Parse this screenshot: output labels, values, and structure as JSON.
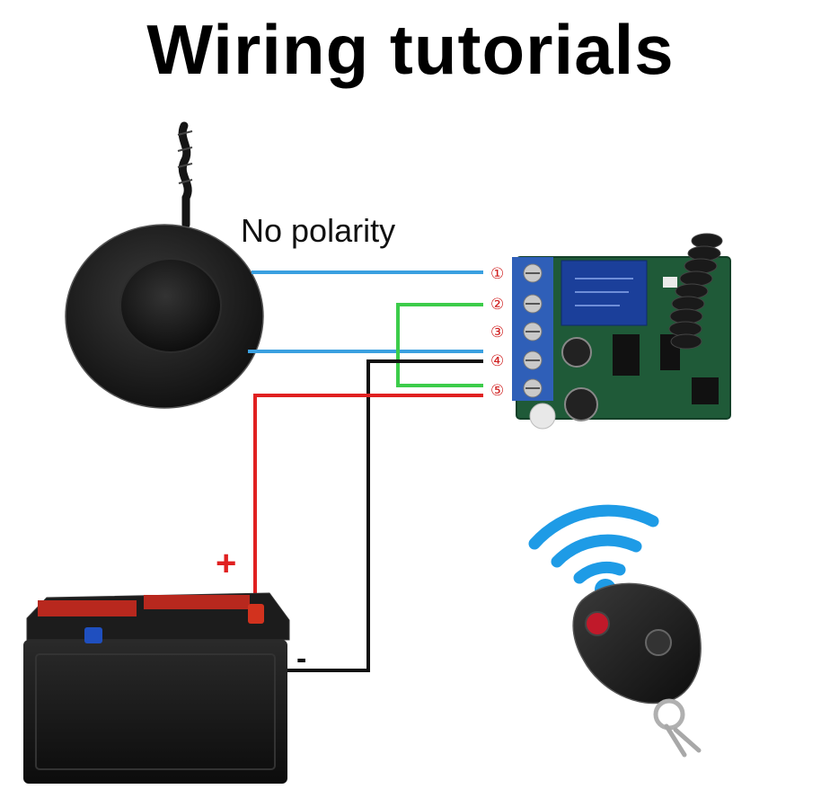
{
  "title": "Wiring tutorials",
  "note": "No polarity",
  "terminals": [
    "①",
    "②",
    "③",
    "④",
    "⑤"
  ],
  "battery": {
    "plus": "+",
    "minus": "-"
  },
  "colors": {
    "blue_wire": "#3aa0e0",
    "green_wire": "#3ccc4a",
    "red_wire": "#e02020",
    "black_wire": "#111111",
    "pcb_green": "#1f5a38",
    "terminal_blue": "#2f5fb8",
    "signal_blue": "#1e9be6"
  },
  "components": [
    "electromagnet",
    "receiver-board",
    "battery",
    "remote-control"
  ]
}
